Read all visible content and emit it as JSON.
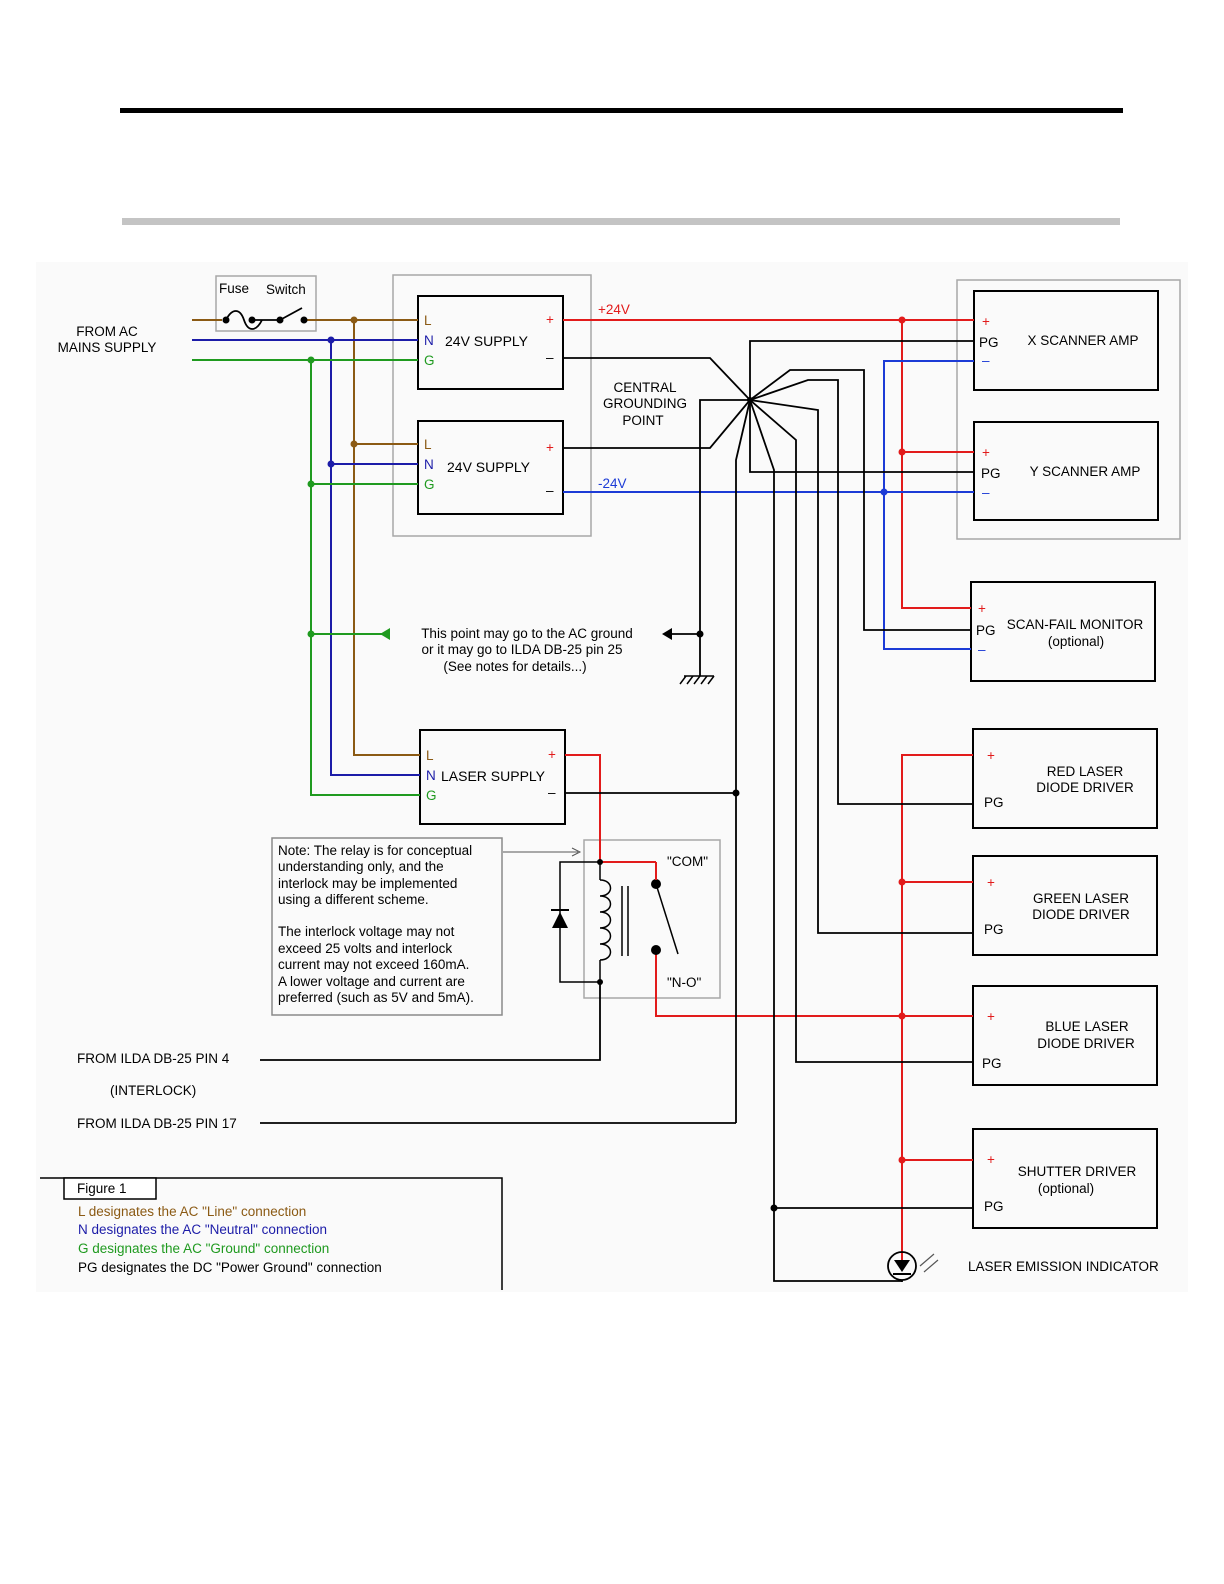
{
  "colors": {
    "line": "#8b5a14",
    "neutral": "#1c1ca8",
    "ground": "#1f9a1f",
    "pos": "#e21b1b",
    "neg": "#1c3bd6",
    "black": "#000000",
    "panel": "#fafafa"
  },
  "ac_source": {
    "line1": "FROM AC",
    "line2": "MAINS SUPPLY",
    "fuse": "Fuse",
    "switch": "Switch"
  },
  "supply1": {
    "title": "24V SUPPLY",
    "L": "L",
    "N": "N",
    "G": "G",
    "plus": "+",
    "minus": "–"
  },
  "supply2": {
    "title": "24V SUPPLY",
    "L": "L",
    "N": "N",
    "G": "G",
    "plus": "+",
    "minus": "–"
  },
  "laser_supply": {
    "title": "LASER SUPPLY",
    "L": "L",
    "N": "N",
    "G": "G",
    "plus": "+",
    "minus": "–"
  },
  "rails": {
    "pos": "+24V",
    "neg": "-24V"
  },
  "central_ground": {
    "l1": "CENTRAL",
    "l2": "GROUNDING",
    "l3": "POINT"
  },
  "ground_note": {
    "l1": "This point may go to the AC ground",
    "l2": "or it may go to ILDA DB-25 pin 25",
    "l3": "(See notes for details...)"
  },
  "x_scanner": {
    "title": "X SCANNER AMP",
    "plus": "+",
    "pg": "PG",
    "minus": "–"
  },
  "y_scanner": {
    "title": "Y SCANNER AMP",
    "plus": "+",
    "pg": "PG",
    "minus": "–"
  },
  "scan_fail": {
    "title": "SCAN-FAIL MONITOR",
    "sub": "(optional)",
    "plus": "+",
    "pg": "PG",
    "minus": "–"
  },
  "red_driver": {
    "l1": "RED LASER",
    "l2": "DIODE DRIVER",
    "plus": "+",
    "pg": "PG"
  },
  "green_driver": {
    "l1": "GREEN LASER",
    "l2": "DIODE DRIVER",
    "plus": "+",
    "pg": "PG"
  },
  "blue_driver": {
    "l1": "BLUE LASER",
    "l2": "DIODE DRIVER",
    "plus": "+",
    "pg": "PG"
  },
  "shutter_driver": {
    "l1": "SHUTTER DRIVER",
    "l2": "(optional)",
    "plus": "+",
    "pg": "PG"
  },
  "relay_note": {
    "lines": [
      "Note: The relay is for conceptual",
      "understanding only, and the",
      "interlock may be implemented",
      "using a different scheme.",
      "",
      "The interlock voltage may not",
      "exceed 25 volts and interlock",
      "current may not exceed 160mA.",
      "A lower voltage and current are",
      "preferred (such as 5V and 5mA)."
    ]
  },
  "relay": {
    "com": "\"COM\"",
    "no": "\"N-O\""
  },
  "interlock": {
    "pin4": "FROM ILDA DB-25 PIN 4",
    "label": "(INTERLOCK)",
    "pin17": "FROM ILDA DB-25 PIN 17"
  },
  "laser_indicator": "LASER EMISSION INDICATOR",
  "legend": {
    "title": "Figure 1",
    "L": "L designates the AC \"Line\" connection",
    "N": "N designates the AC \"Neutral\" connection",
    "G": "G designates the AC \"Ground\" connection",
    "PG": "PG designates the DC \"Power Ground\" connection"
  }
}
